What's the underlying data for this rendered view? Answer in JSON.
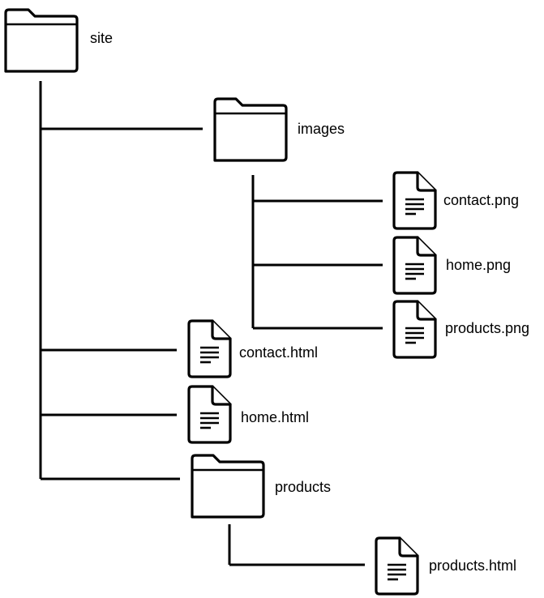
{
  "tree": {
    "nodes": [
      {
        "id": "site",
        "type": "folder",
        "label": "site"
      },
      {
        "id": "images",
        "type": "folder",
        "label": "images"
      },
      {
        "id": "contact-png",
        "type": "file",
        "label": "contact.png"
      },
      {
        "id": "home-png",
        "type": "file",
        "label": "home.png"
      },
      {
        "id": "products-png",
        "type": "file",
        "label": "products.png"
      },
      {
        "id": "contact-html",
        "type": "file",
        "label": "contact.html"
      },
      {
        "id": "home-html",
        "type": "file",
        "label": "home.html"
      },
      {
        "id": "products",
        "type": "folder",
        "label": "products"
      },
      {
        "id": "products-html",
        "type": "file",
        "label": "products.html"
      }
    ]
  },
  "colors": {
    "stroke": "#000000",
    "background": "#ffffff"
  },
  "icons": {
    "folder": "folder-icon",
    "file": "file-icon"
  }
}
